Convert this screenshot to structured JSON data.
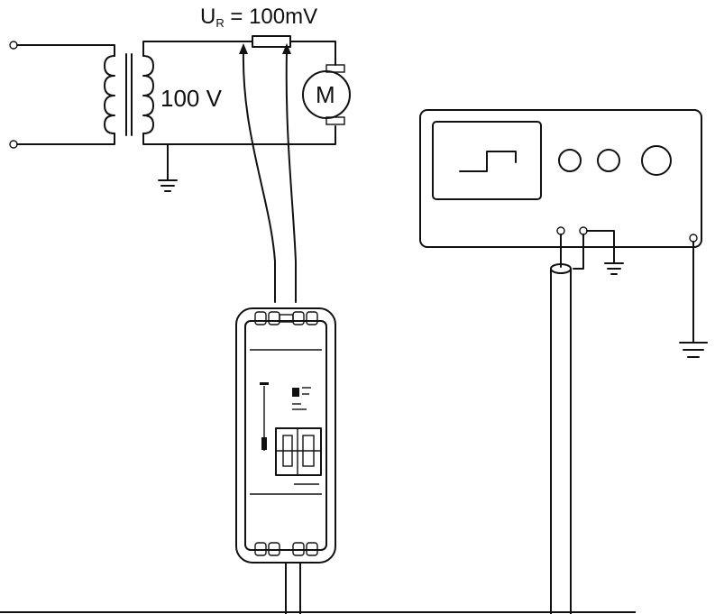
{
  "labels": {
    "voltage_label_main": "U",
    "voltage_label_sub": "R",
    "voltage_label_value": " = 100mV",
    "source_voltage": "100 V",
    "motor_symbol": "M"
  },
  "colors": {
    "ink": "#111111",
    "background": "#ffffff"
  }
}
